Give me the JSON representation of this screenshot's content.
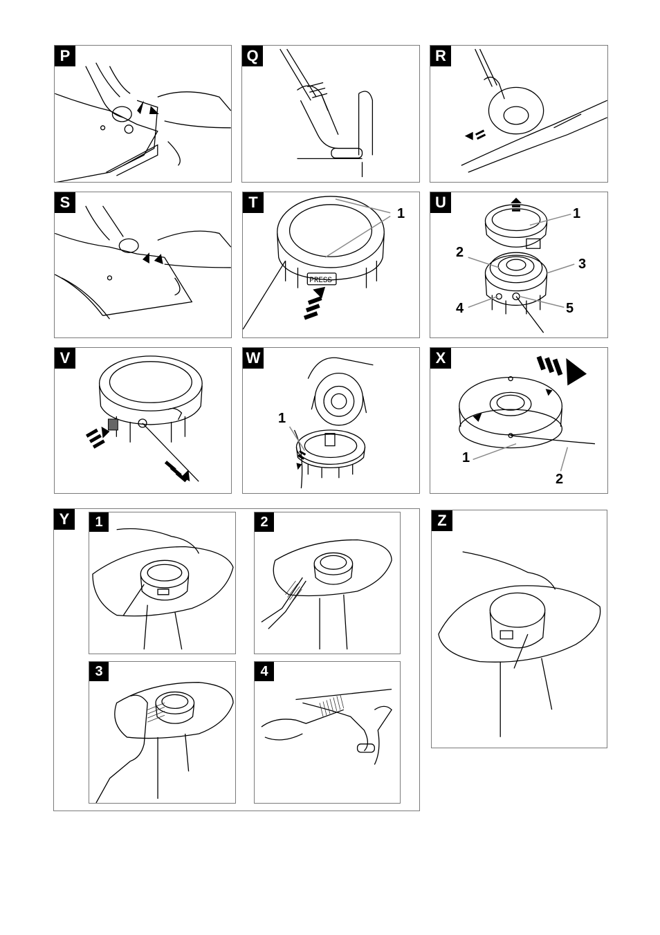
{
  "panels": {
    "P": {
      "letter": "P"
    },
    "Q": {
      "letter": "Q"
    },
    "R": {
      "letter": "R"
    },
    "S": {
      "letter": "S"
    },
    "T": {
      "letter": "T",
      "callouts": [
        "1"
      ],
      "button_text": "PRESS"
    },
    "U": {
      "letter": "U",
      "callouts": [
        "1",
        "2",
        "3",
        "4",
        "5"
      ]
    },
    "V": {
      "letter": "V"
    },
    "W": {
      "letter": "W",
      "callouts": [
        "1"
      ]
    },
    "X": {
      "letter": "X",
      "callouts": [
        "1",
        "2"
      ]
    },
    "Y": {
      "letter": "Y",
      "sub": [
        "1",
        "2",
        "3",
        "4"
      ]
    },
    "Z": {
      "letter": "Z"
    }
  },
  "colors": {
    "border": "#7a7a7a",
    "line_gray": "#8a8a8a",
    "tag_bg": "#000000"
  }
}
